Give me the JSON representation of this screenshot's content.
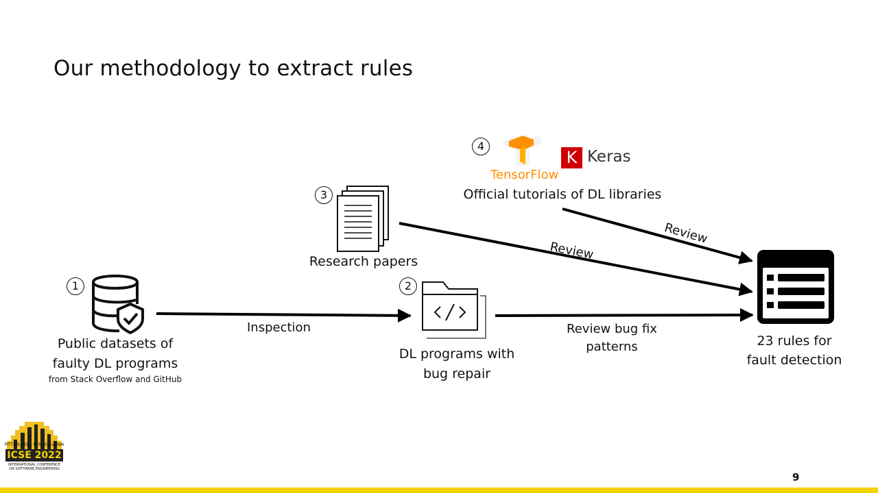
{
  "slide": {
    "title": "Our methodology to extract rules",
    "page_number": "9"
  },
  "nodes": {
    "datasets": {
      "number": "1",
      "line1": "Public datasets of",
      "line2": "faulty DL programs",
      "subtitle": "from Stack Overflow and GitHub"
    },
    "programs": {
      "number": "2",
      "line1": "DL programs with",
      "line2": "bug repair"
    },
    "papers": {
      "number": "3",
      "label": "Research papers"
    },
    "tutorials": {
      "number": "4",
      "label": "Official tutorials of DL libraries",
      "tensorflow": "TensorFlow",
      "keras": "Keras",
      "keras_letter": "K"
    },
    "rules": {
      "line1": "23 rules for",
      "line2": "fault detection"
    }
  },
  "edges": {
    "inspection": "Inspection",
    "review_papers": "Review",
    "review_tutorials": "Review",
    "review_bugfix_line1": "Review bug fix",
    "review_bugfix_line2": "patterns"
  },
  "logo": {
    "line1": "PITTSBURGH, PENNSYLVANIA",
    "line2": "ICSE 2022",
    "line3": "INTERNATIONAL CONFERENCE",
    "line4": "ON SOFTWARE ENGINEERING"
  },
  "colors": {
    "accent_bar": "#f5d300",
    "tensorflow_orange": "#ff8f00",
    "keras_red": "#d00000"
  }
}
